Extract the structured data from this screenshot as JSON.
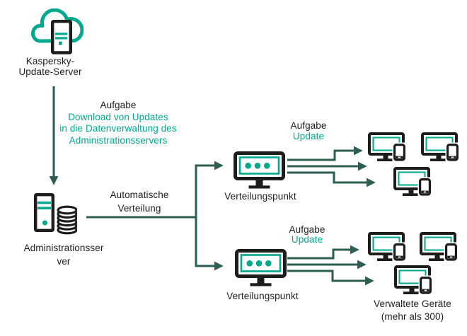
{
  "colors": {
    "accent_teal": "#00A88E",
    "ink": "#1D1D1B",
    "connector": "#2E5E53"
  },
  "nodes": {
    "update_server": {
      "icon": "cloud-server-icon",
      "label_line1": "Kaspersky-",
      "label_line2": "Update-Server"
    },
    "admin_server": {
      "icon": "server-database-icon",
      "label_line1": "Administrationsser",
      "label_line2": "ver"
    },
    "distribution_point_1": {
      "icon": "monitor-dots-icon",
      "label": "Verteilungspunkt"
    },
    "distribution_point_2": {
      "icon": "monitor-dots-icon",
      "label": "Verteilungspunkt"
    },
    "managed_devices": {
      "icon": "desktop-phone-icon",
      "device_count": 6,
      "label_line1": "Verwaltete Geräte",
      "label_line2": "(mehr als 300)"
    }
  },
  "annotations": {
    "download_task": {
      "title": "Aufgabe",
      "lines": [
        "Download von Updates",
        "in die Datenverwaltung des",
        "Administrationsservers"
      ]
    },
    "auto_distribution": {
      "line1": "Automatische",
      "line2": "Verteilung"
    },
    "update_task_1": {
      "title": "Aufgabe",
      "subtitle": "Update"
    },
    "update_task_2": {
      "title": "Aufgabe",
      "subtitle": "Update"
    }
  }
}
